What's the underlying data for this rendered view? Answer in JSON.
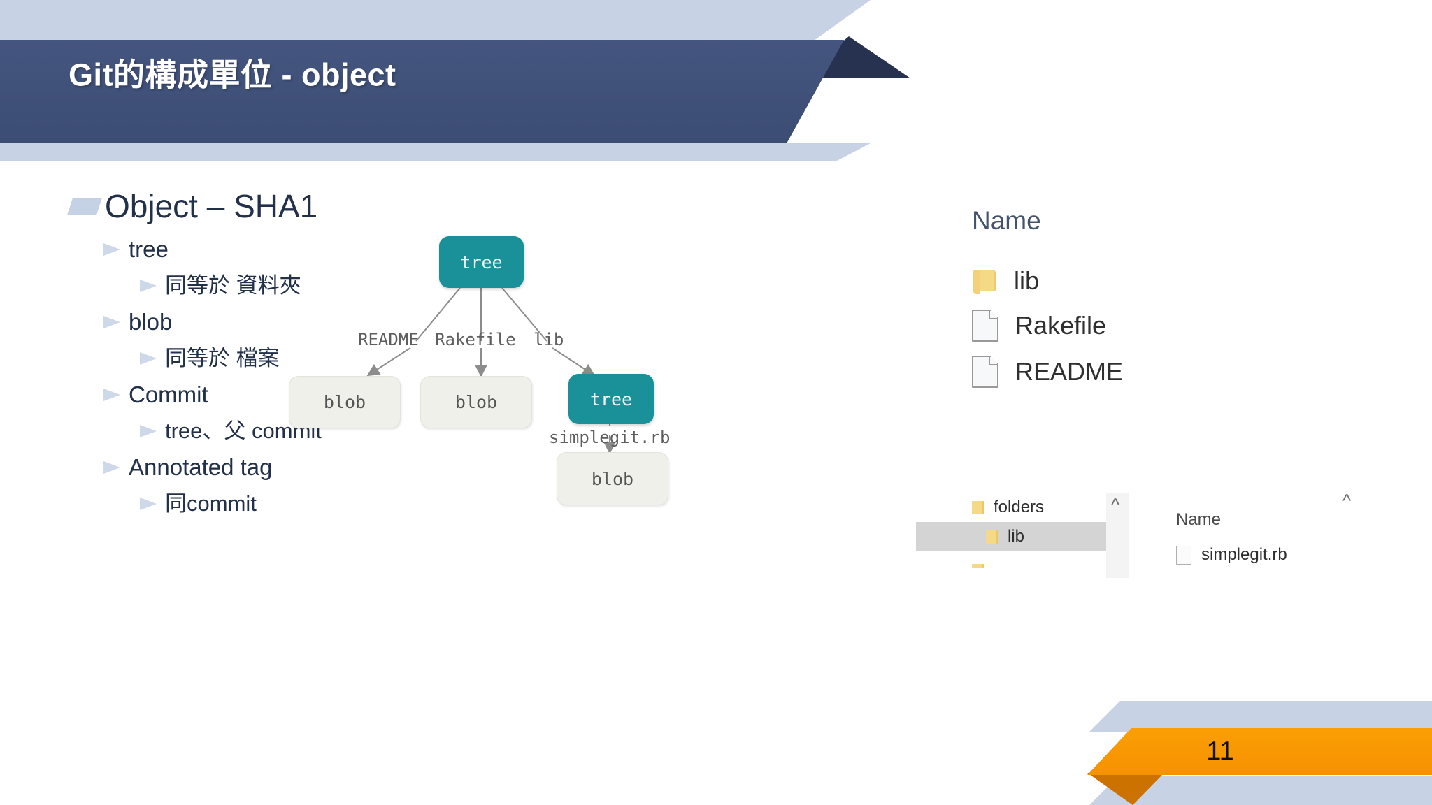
{
  "header": {
    "title": "Git的構成單位 - object",
    "band_color": "#41537e",
    "accent_color": "#c7d2e4",
    "fold_color": "#26324f"
  },
  "bullets": [
    {
      "level": 0,
      "marker": "parallelogram-marker",
      "text": "Object – SHA1"
    },
    {
      "level": 1,
      "marker": "triangle-bullet-icon",
      "text": "tree"
    },
    {
      "level": 2,
      "marker": "triangle-bullet-icon",
      "text": "同等於 資料夾"
    },
    {
      "level": 1,
      "marker": "triangle-bullet-icon",
      "text": "blob"
    },
    {
      "level": 2,
      "marker": "triangle-bullet-icon",
      "text": "同等於 檔案"
    },
    {
      "level": 1,
      "marker": "triangle-bullet-icon",
      "text": "Commit"
    },
    {
      "level": 2,
      "marker": "triangle-bullet-icon",
      "text": "tree、父 commit"
    },
    {
      "level": 1,
      "marker": "triangle-bullet-icon",
      "text": "Annotated tag"
    },
    {
      "level": 2,
      "marker": "triangle-bullet-icon",
      "text": "同commit"
    }
  ],
  "diagram": {
    "tree_color": "#1a9098",
    "blob_color": "#f0f0ea",
    "edge_color": "#8c8c8c",
    "nodes": {
      "root_tree": "tree",
      "blob_readme": "blob",
      "blob_rakefile": "blob",
      "sub_tree": "tree",
      "blob_simplegit": "blob"
    },
    "edge_labels": {
      "readme": "README",
      "rakefile": "Rakefile",
      "lib": "lib",
      "simplegit": "simplegit.rb"
    }
  },
  "explorer": {
    "column_header": "Name",
    "items": [
      {
        "icon": "folder-icon",
        "name": "lib"
      },
      {
        "icon": "file-icon",
        "name": "Rakefile"
      },
      {
        "icon": "file-icon",
        "name": "README"
      }
    ]
  },
  "mini_explorer": {
    "tree_rows": [
      {
        "icon": "folder-icon",
        "label": "folders",
        "selected": false
      },
      {
        "icon": "folder-icon",
        "label": "lib",
        "selected": true
      }
    ],
    "scroll_up_icon": "chevron-up-icon",
    "pane_header": "Name",
    "pane_collapse_icon": "chevron-up-icon",
    "pane_items": [
      {
        "icon": "file-icon",
        "name": "simplegit.rb"
      }
    ]
  },
  "footer": {
    "page_number": "11",
    "ribbon_color": "#f59200",
    "ribbon_fold_color": "#cc7200",
    "band_color": "#c7d2e4"
  }
}
